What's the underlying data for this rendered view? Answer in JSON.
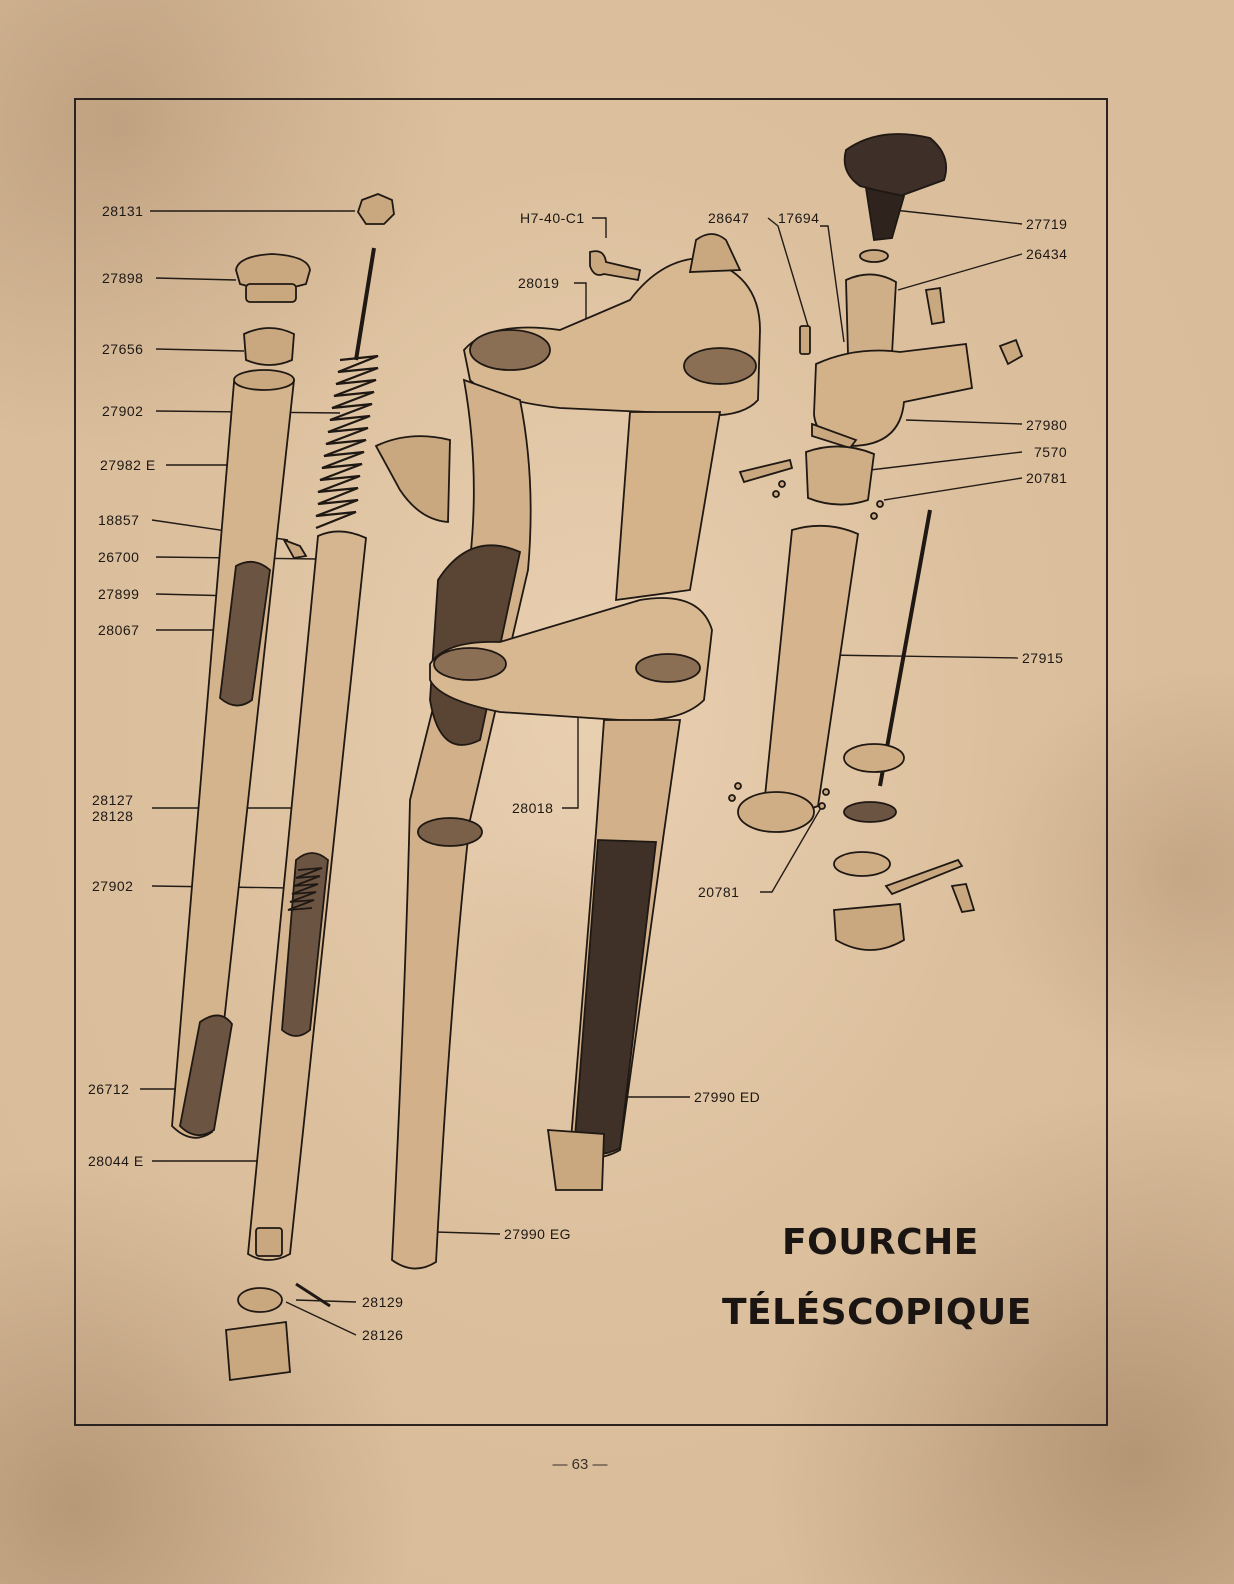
{
  "title": {
    "line1": "FOURCHE",
    "line2": "TÉLÉSCOPIQUE"
  },
  "page_number": "— 63 —",
  "callouts": {
    "c28131": "28131",
    "c27898": "27898",
    "c27656": "27656",
    "c27902a": "27902",
    "c27982e": "27982 E",
    "c18857": "18857",
    "c26700": "26700",
    "c27899": "27899",
    "c28067": "28067",
    "c28127": "28127",
    "c28128": "28128",
    "c27902b": "27902",
    "c26712": "26712",
    "c28044e": "28044 E",
    "c28129": "28129",
    "c28126": "28126",
    "ch740": "H7-40-C1",
    "c28019": "28019",
    "c28018": "28018",
    "c27990eg": "27990 EG",
    "c27990ed": "27990 ED",
    "c28647": "28647",
    "c17694": "17694",
    "c27719": "27719",
    "c26434": "26434",
    "c27980": "27980",
    "c7570": "7570",
    "c20781a": "20781",
    "c27915": "27915",
    "c20781b": "20781"
  },
  "colors": {
    "ink": "#1e1814",
    "paper": "#d9bd9b"
  }
}
